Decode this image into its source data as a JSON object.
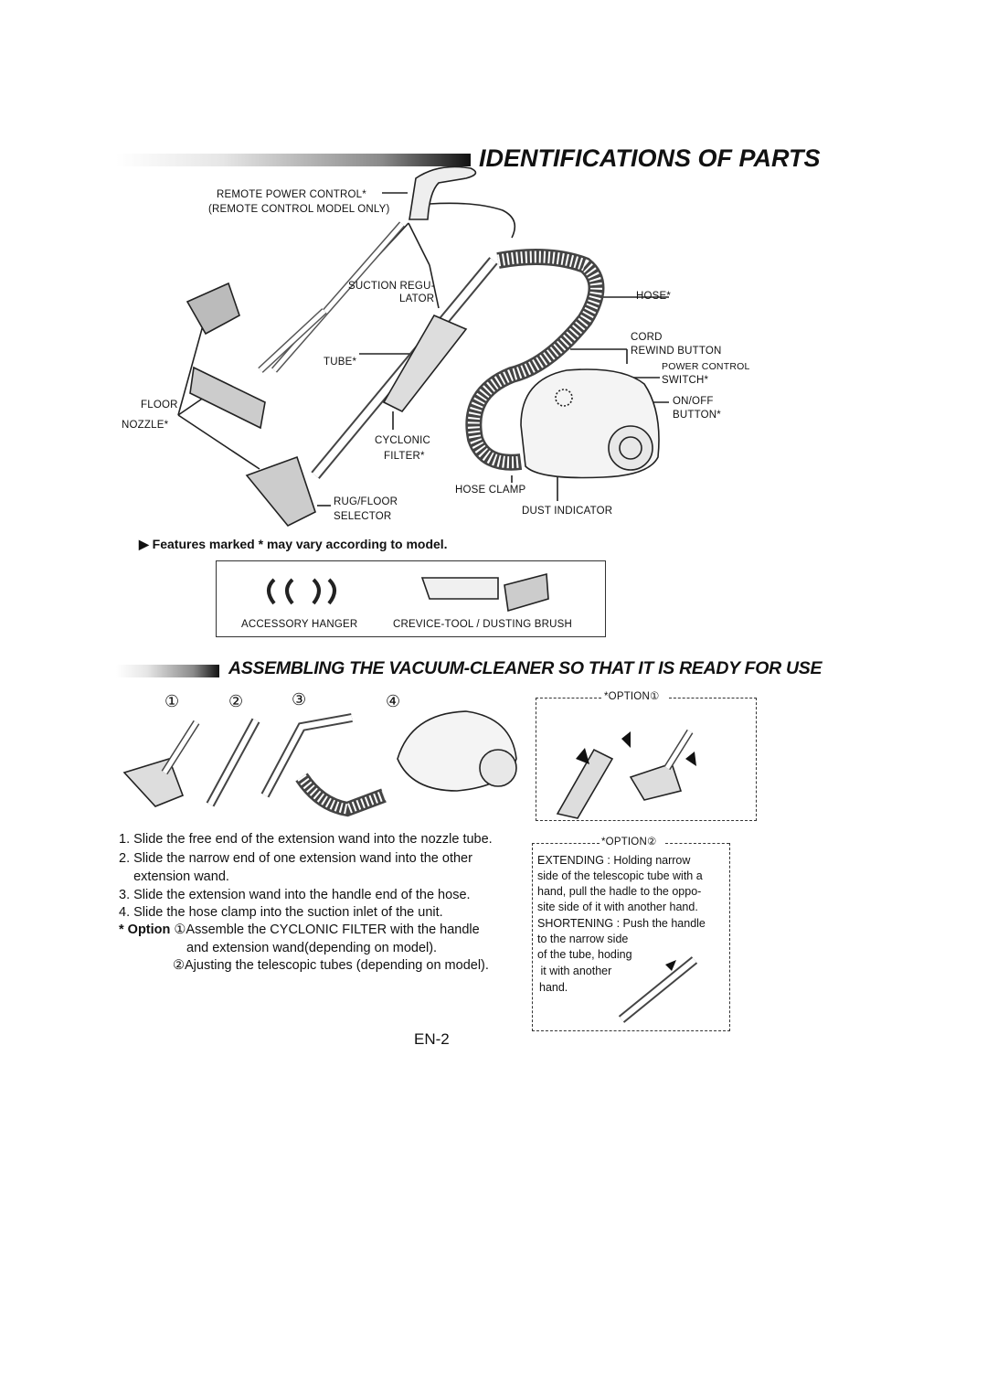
{
  "section1": {
    "title": "IDENTIFICATIONS OF PARTS",
    "labels": {
      "remote1": "REMOTE POWER CONTROL*",
      "remote2": "(REMOTE CONTROL MODEL ONLY)",
      "suction1": "SUCTION  REGU-",
      "suction2": "LATOR",
      "hose": "HOSE*",
      "cord1": "CORD",
      "cord2": "REWIND BUTTON",
      "power1": "POWER CONTROL",
      "power2": "SWITCH*",
      "onoff1": "ON/OFF",
      "onoff2": "BUTTON*",
      "tube": "TUBE*",
      "floor1": "FLOOR",
      "floor2": "NOZZLE*",
      "cyclonic1": "CYCLONIC",
      "cyclonic2": "FILTER*",
      "hoseclamp": "HOSE  CLAMP",
      "rug1": "RUG/FLOOR",
      "rug2": "SELECTOR",
      "dust": "DUST INDICATOR"
    },
    "feature_note": "Features marked * may vary according to model.",
    "accessories": {
      "hanger": "ACCESSORY  HANGER",
      "crevice": "CREVICE-TOOL / DUSTING BRUSH"
    }
  },
  "section2": {
    "title": "ASSEMBLING THE VACUUM-CLEANER SO THAT IT IS READY FOR USE",
    "step_markers": [
      "①",
      "②",
      "③",
      "④"
    ],
    "option1_label": "*OPTION①",
    "option2_label": "*OPTION②",
    "steps": [
      "1. Slide the free end of the extension wand into the nozzle tube.",
      "2. Slide the narrow end of one extension wand into the other",
      "    extension wand.",
      "3. Slide the extension wand into the handle end of the hose.",
      "4. Slide the hose clamp into the suction inlet of the unit."
    ],
    "option_prefix": "* Option",
    "option_line1": "①Assemble the CYCLONIC FILTER with the handle",
    "option_line2": "and extension wand(depending on model).",
    "option_line3": "②Ajusting the telescopic tubes (depending on model).",
    "option2_text": [
      "EXTENDING : Holding narrow",
      "side of the telescopic tube with a",
      "hand, pull the hadle to the oppo-",
      "site side of it with another hand.",
      "SHORTENING : Push the handle",
      "to the narrow side",
      "of the tube, hoding",
      " it with another",
      "hand."
    ]
  },
  "page_number": "EN-2"
}
